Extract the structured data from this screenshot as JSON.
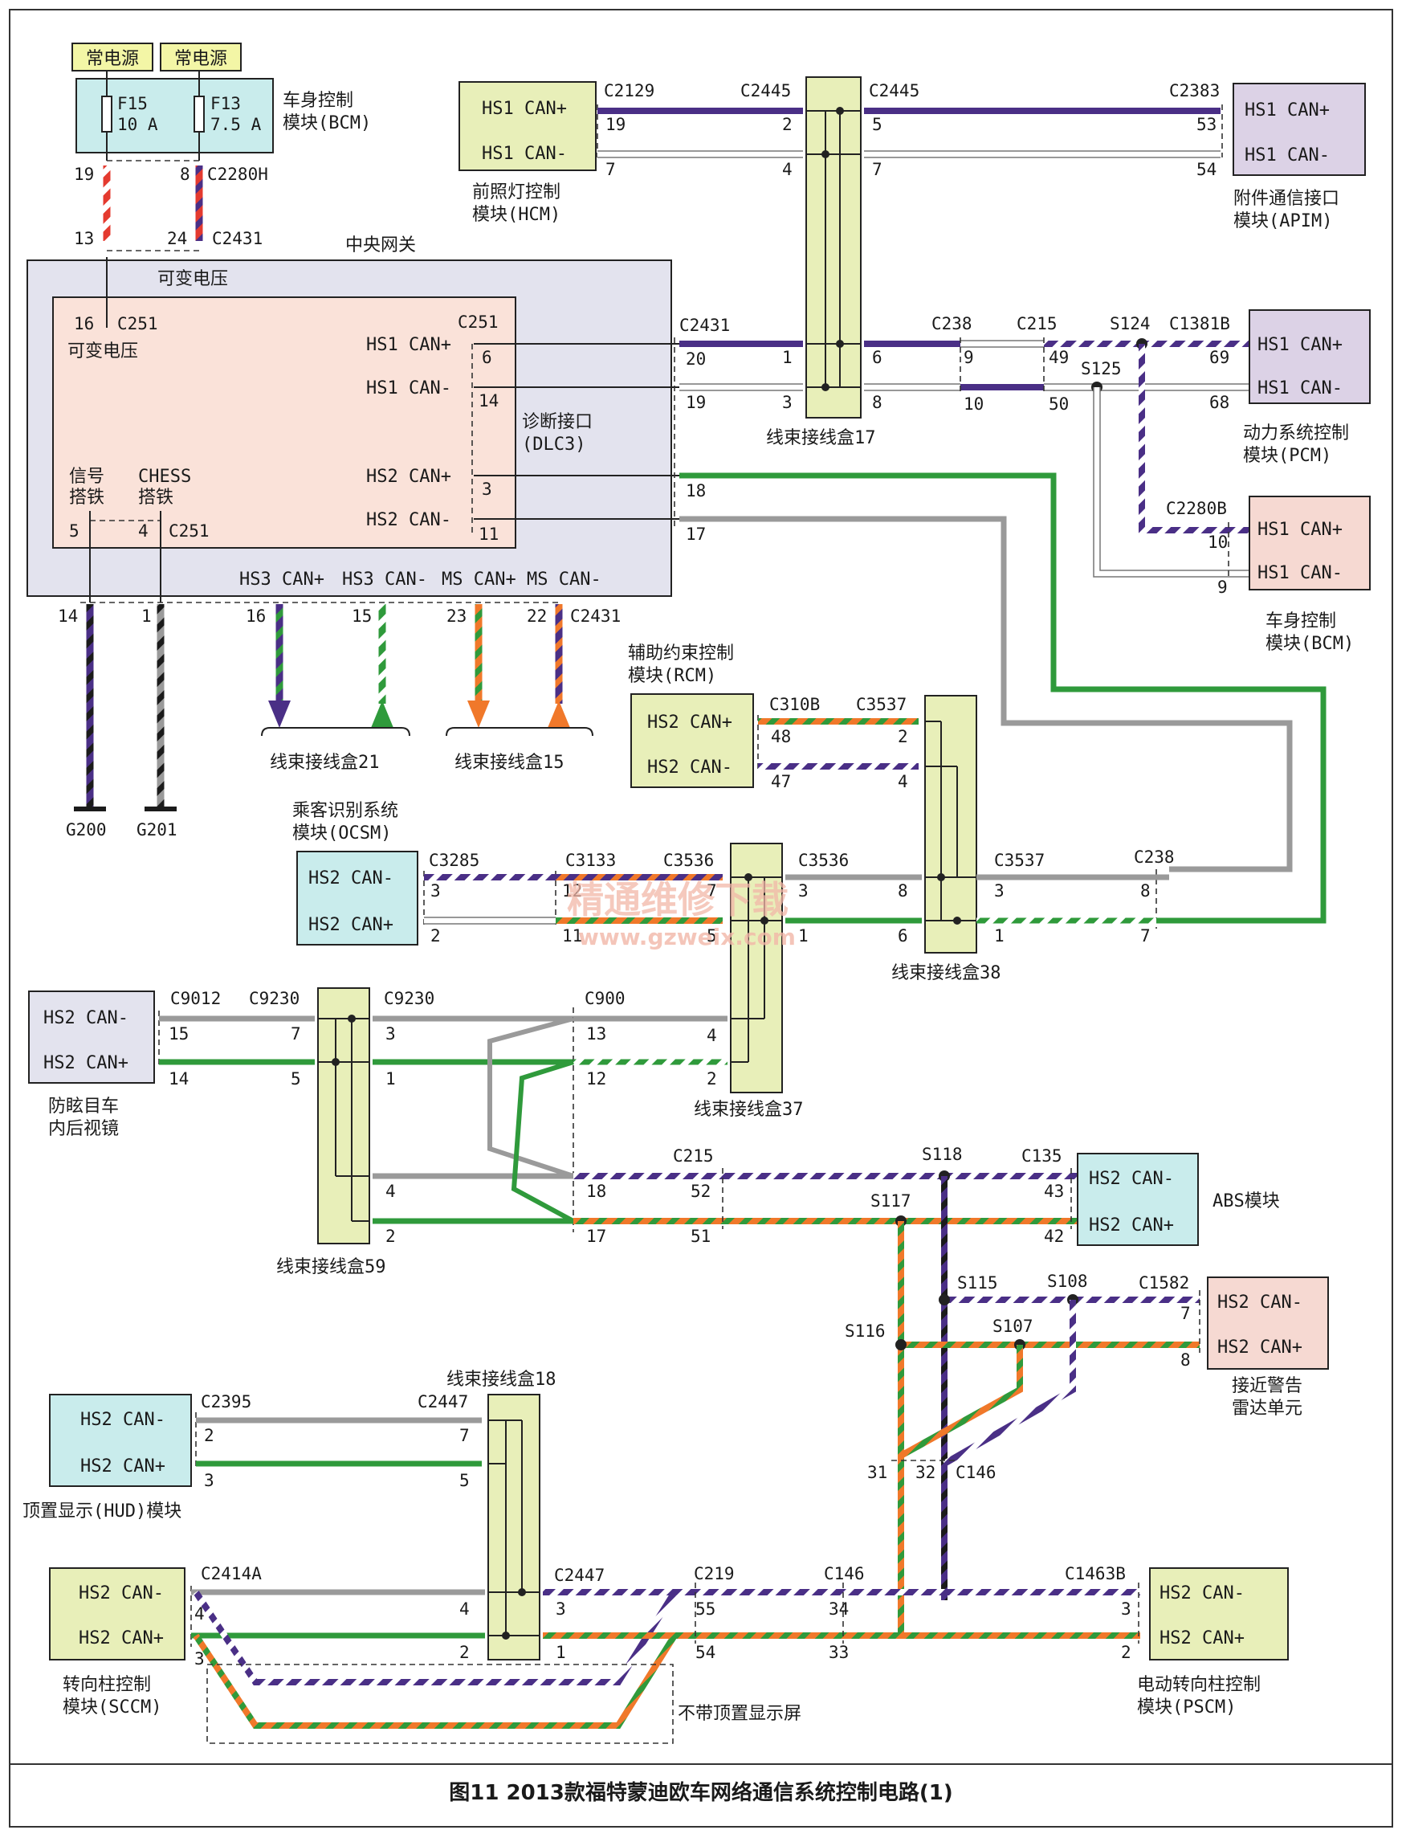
{
  "colors": {
    "purple": "#4a2f86",
    "green": "#2f9a3b",
    "gray": "#9a9a9a",
    "orange": "#f0782a",
    "red": "#e43a2f",
    "black": "#1b1b1b",
    "box_yellow": "#e8efb9",
    "box_cyan": "#c9ecec",
    "box_lavender": "#dcd2e6",
    "box_pink": "#f6d9d2",
    "box_gray": "#e3e3ee",
    "box_salmon": "#fae2d9"
  },
  "power": {
    "label1": "常电源",
    "label2": "常电源"
  },
  "bcm_top": {
    "fuse1": "F15",
    "fuse1_rating": "10 A",
    "fuse2": "F13",
    "fuse2_rating": "7.5 A",
    "name": "车身控制",
    "name2": "模块(BCM)",
    "pin1": "19",
    "pin2": "8",
    "connector": "C2280H"
  },
  "gateway": {
    "title": "中央网关",
    "vv_title": "可变电压",
    "pin13": "13",
    "pin24": "24",
    "conn_top": "C2431",
    "inner": {
      "pin16": "16",
      "conn251": "C251",
      "vv_label": "可变电压",
      "hs1p": "HS1 CAN+",
      "hs1n": "HS1 CAN-",
      "hs2p": "HS2 CAN+",
      "hs2n": "HS2 CAN-",
      "c251": "C251",
      "p6": "6",
      "p14": "14",
      "p3": "3",
      "p11": "11",
      "dlc_label": "诊断接口",
      "dlc_label2": "(DLC3)",
      "sig_gnd": "信号",
      "sig_gnd2": "搭铁",
      "chess": "CHESS",
      "chess2": "搭铁",
      "p5": "5",
      "p4": "4",
      "c251b": "C251"
    },
    "right_conn": "C2431",
    "rp20": "20",
    "rp19": "19",
    "rp18": "18",
    "rp17": "17",
    "bottom": {
      "hs3p": "HS3 CAN+",
      "hs3n": "HS3 CAN-",
      "msp": "MS CAN+",
      "msn": "MS CAN-",
      "p14": "14",
      "p1": "1",
      "p16": "16",
      "p15": "15",
      "p23": "23",
      "p22": "22",
      "conn": "C2431"
    }
  },
  "grounds": {
    "g1": "G200",
    "g2": "G201"
  },
  "splice_labels": {
    "box21": "线束接线盒21",
    "box15": "线束接线盒15",
    "box17": "线束接线盒17",
    "box38": "线束接线盒38",
    "box37": "线束接线盒37",
    "box59": "线束接线盒59",
    "box18": "线束接线盒18"
  },
  "hcm": {
    "hs1p": "HS1 CAN+",
    "hs1n": "HS1 CAN-",
    "name": "前照灯控制",
    "name2": "模块(HCM)",
    "conn": "C2129",
    "p19": "19",
    "p7": "7"
  },
  "box17": {
    "connL": "C2445",
    "connR": "C2445",
    "p2": "2",
    "p4": "4",
    "p5": "5",
    "p7": "7",
    "p1": "1",
    "p3": "3",
    "p6": "6",
    "p8": "8"
  },
  "apim": {
    "hs1p": "HS1 CAN+",
    "hs1n": "HS1 CAN-",
    "name": "附件通信接口",
    "name2": "模块(APIM)",
    "conn": "C2383",
    "p53": "53",
    "p54": "54"
  },
  "pcm_path": {
    "c238": "C238",
    "p9": "9",
    "p10": "10",
    "c215": "C215",
    "p49": "49",
    "p50": "50",
    "s124": "S124",
    "s125": "S125",
    "c1381b": "C1381B",
    "p69": "69",
    "p68": "68"
  },
  "pcm": {
    "hs1p": "HS1 CAN+",
    "hs1n": "HS1 CAN-",
    "name": "动力系统控制",
    "name2": "模块(PCM)"
  },
  "bcm_right": {
    "conn": "C2280B",
    "p10": "10",
    "p9": "9",
    "hs1p": "HS1 CAN+",
    "hs1n": "HS1 CAN-",
    "name": "车身控制",
    "name2": "模块(BCM)"
  },
  "rcm": {
    "title": "辅助约束控制",
    "title2": "模块(RCM)",
    "hs2p": "HS2 CAN+",
    "hs2n": "HS2 CAN-",
    "conn": "C310B",
    "p48": "48",
    "p47": "47"
  },
  "box38": {
    "conn": "C3537",
    "p2": "2",
    "p4": "4",
    "p8": "8",
    "p6": "6",
    "connR": "C3537",
    "p3": "3",
    "p1": "1",
    "c238": "C238",
    "pp8": "8",
    "pp7": "7"
  },
  "ocsm": {
    "title": "乘客识别系统",
    "title2": "模块(OCSM)",
    "hs2n": "HS2 CAN-",
    "hs2p": "HS2 CAN+",
    "conn": "C3285",
    "p3": "3",
    "p2": "2",
    "c3133": "C3133",
    "p12": "12",
    "p11": "11"
  },
  "box37": {
    "connL": "C3536",
    "p7": "7",
    "p5": "5",
    "connR": "C3536",
    "p3": "3",
    "p1": "1",
    "p4": "4",
    "p2": "2"
  },
  "mirror": {
    "hs2n": "HS2 CAN-",
    "hs2p": "HS2 CAN+",
    "name": "防眩目车",
    "name2": "内后视镜",
    "conn": "C9012",
    "p15": "15",
    "p14": "14"
  },
  "box59": {
    "connL": "C9230",
    "p7": "7",
    "p5": "5",
    "connR": "C9230",
    "p3": "3",
    "p1": "1",
    "p4": "4",
    "p2": "2"
  },
  "c900": {
    "conn": "C900",
    "p13": "13",
    "p12": "12",
    "p18": "18",
    "p17": "17"
  },
  "abs": {
    "c215": "C215",
    "p52": "52",
    "p51": "51",
    "s118": "S118",
    "s117": "S117",
    "conn": "C135",
    "p43": "43",
    "p42": "42",
    "hs2n": "HS2 CAN-",
    "hs2p": "HS2 CAN+",
    "name": "ABS模块"
  },
  "radar": {
    "s115": "S115",
    "s108": "S108",
    "s116": "S116",
    "s107": "S107",
    "conn": "C1582",
    "p7": "7",
    "p8": "8",
    "hs2n": "HS2 CAN-",
    "hs2p": "HS2 CAN+",
    "name": "接近警告",
    "name2": "雷达单元"
  },
  "c146a": {
    "p31": "31",
    "p32": "32",
    "conn": "C146"
  },
  "hud": {
    "hs2n": "HS2 CAN-",
    "hs2p": "HS2 CAN+",
    "name": "顶置显示(HUD)模块",
    "conn": "C2395",
    "p2": "2",
    "p3": "3"
  },
  "box18": {
    "conn": "C2447",
    "p7": "7",
    "p5": "5",
    "p4": "4",
    "p2": "2",
    "connR": "C2447",
    "p3": "3",
    "p1": "1"
  },
  "sccm": {
    "hs2n": "HS2 CAN-",
    "hs2p": "HS2 CAN+",
    "name": "转向柱控制",
    "name2": "模块(SCCM)",
    "conn": "C2414A",
    "p4": "4",
    "p3": "3"
  },
  "pscm_path": {
    "c219": "C219",
    "p55": "55",
    "p54": "54",
    "c146": "C146",
    "p34": "34",
    "p33": "33",
    "conn": "C1463B",
    "p3": "3",
    "p2": "2"
  },
  "pscm": {
    "hs2n": "HS2 CAN-",
    "hs2p": "HS2 CAN+",
    "name": "电动转向柱控制",
    "name2": "模块(PSCM)"
  },
  "no_hud_note": "不带顶置显示屏",
  "watermark": "精通维修下载",
  "watermark_url": "www.gzweix.com",
  "caption": "图11 2013款福特蒙迪欧车网络通信系统控制电路(1)"
}
